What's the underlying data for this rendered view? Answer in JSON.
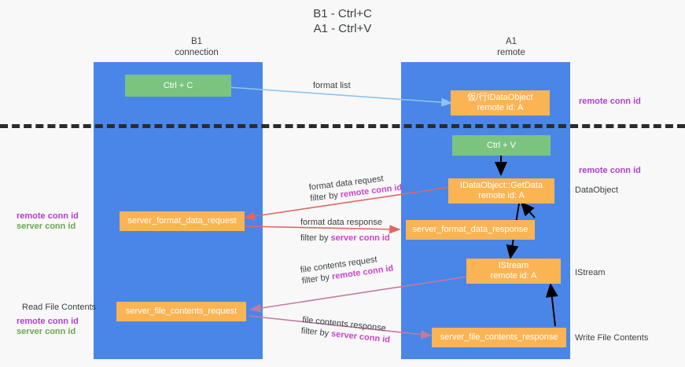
{
  "title": {
    "line1": "B1 - Ctrl+C",
    "line2": "A1 - Ctrl+V"
  },
  "columns": [
    {
      "name": "B1",
      "role": "connection",
      "color": "#4a86e8"
    },
    {
      "name": "A1",
      "role": "remote",
      "color": "#4a86e8"
    }
  ],
  "colors": {
    "lane": "#4a86e8",
    "green_node": "#7bc47f",
    "orange_node": "#fbb454",
    "remote_conn_id": "#b23fd0",
    "server_conn_id": "#6aa84f",
    "arrow_blue": "#8fc3ef",
    "arrow_red": "#e06666",
    "arrow_purple": "#c27ba0",
    "arrow_black": "#000000",
    "divider": "#2b2b2b"
  },
  "nodes": {
    "ctrl_c": {
      "label": "Ctrl + C",
      "style": "green"
    },
    "idataobject": {
      "label": "仮/行IDataObject",
      "sub": "remote id: A",
      "style": "orange"
    },
    "ctrl_v": {
      "label": "Ctrl + V",
      "style": "green"
    },
    "getdata": {
      "label": "IDataObject::GetData",
      "sub": "remote id: A",
      "style": "orange"
    },
    "server_format_data_request": {
      "label": "server_format_data_request",
      "style": "orange"
    },
    "server_format_data_response": {
      "label": "server_format_data_response",
      "style": "orange"
    },
    "istream": {
      "label": "IStream",
      "sub": "remote id: A",
      "style": "orange"
    },
    "server_file_contents_request": {
      "label": "server_file_contents_request",
      "style": "orange"
    },
    "server_file_contents_response": {
      "label": "server_file_contents_response",
      "style": "orange"
    }
  },
  "edge_labels": {
    "format_list": "format list",
    "format_data_request": "format data request",
    "format_data_response": "format data response",
    "file_contents_request": "file contents request",
    "file_contents_response": "file contents response",
    "filter_by": "filter by ",
    "remote_conn_id": "remote conn id",
    "server_conn_id": "server conn id"
  },
  "side_notes": {
    "right_remote_top": "remote conn id",
    "right_remote_mid": "remote conn id",
    "right_dataobject": "DataObject",
    "right_istream": "IStream",
    "right_write_file_contents": "Write File Contents",
    "left_remote_conn_id": "remote conn id",
    "left_server_conn_id": "server conn id",
    "left_read_file_contents": "Read File Contents",
    "left_remote_conn_id_2": "remote conn id",
    "left_server_conn_id_2": "server conn id"
  }
}
